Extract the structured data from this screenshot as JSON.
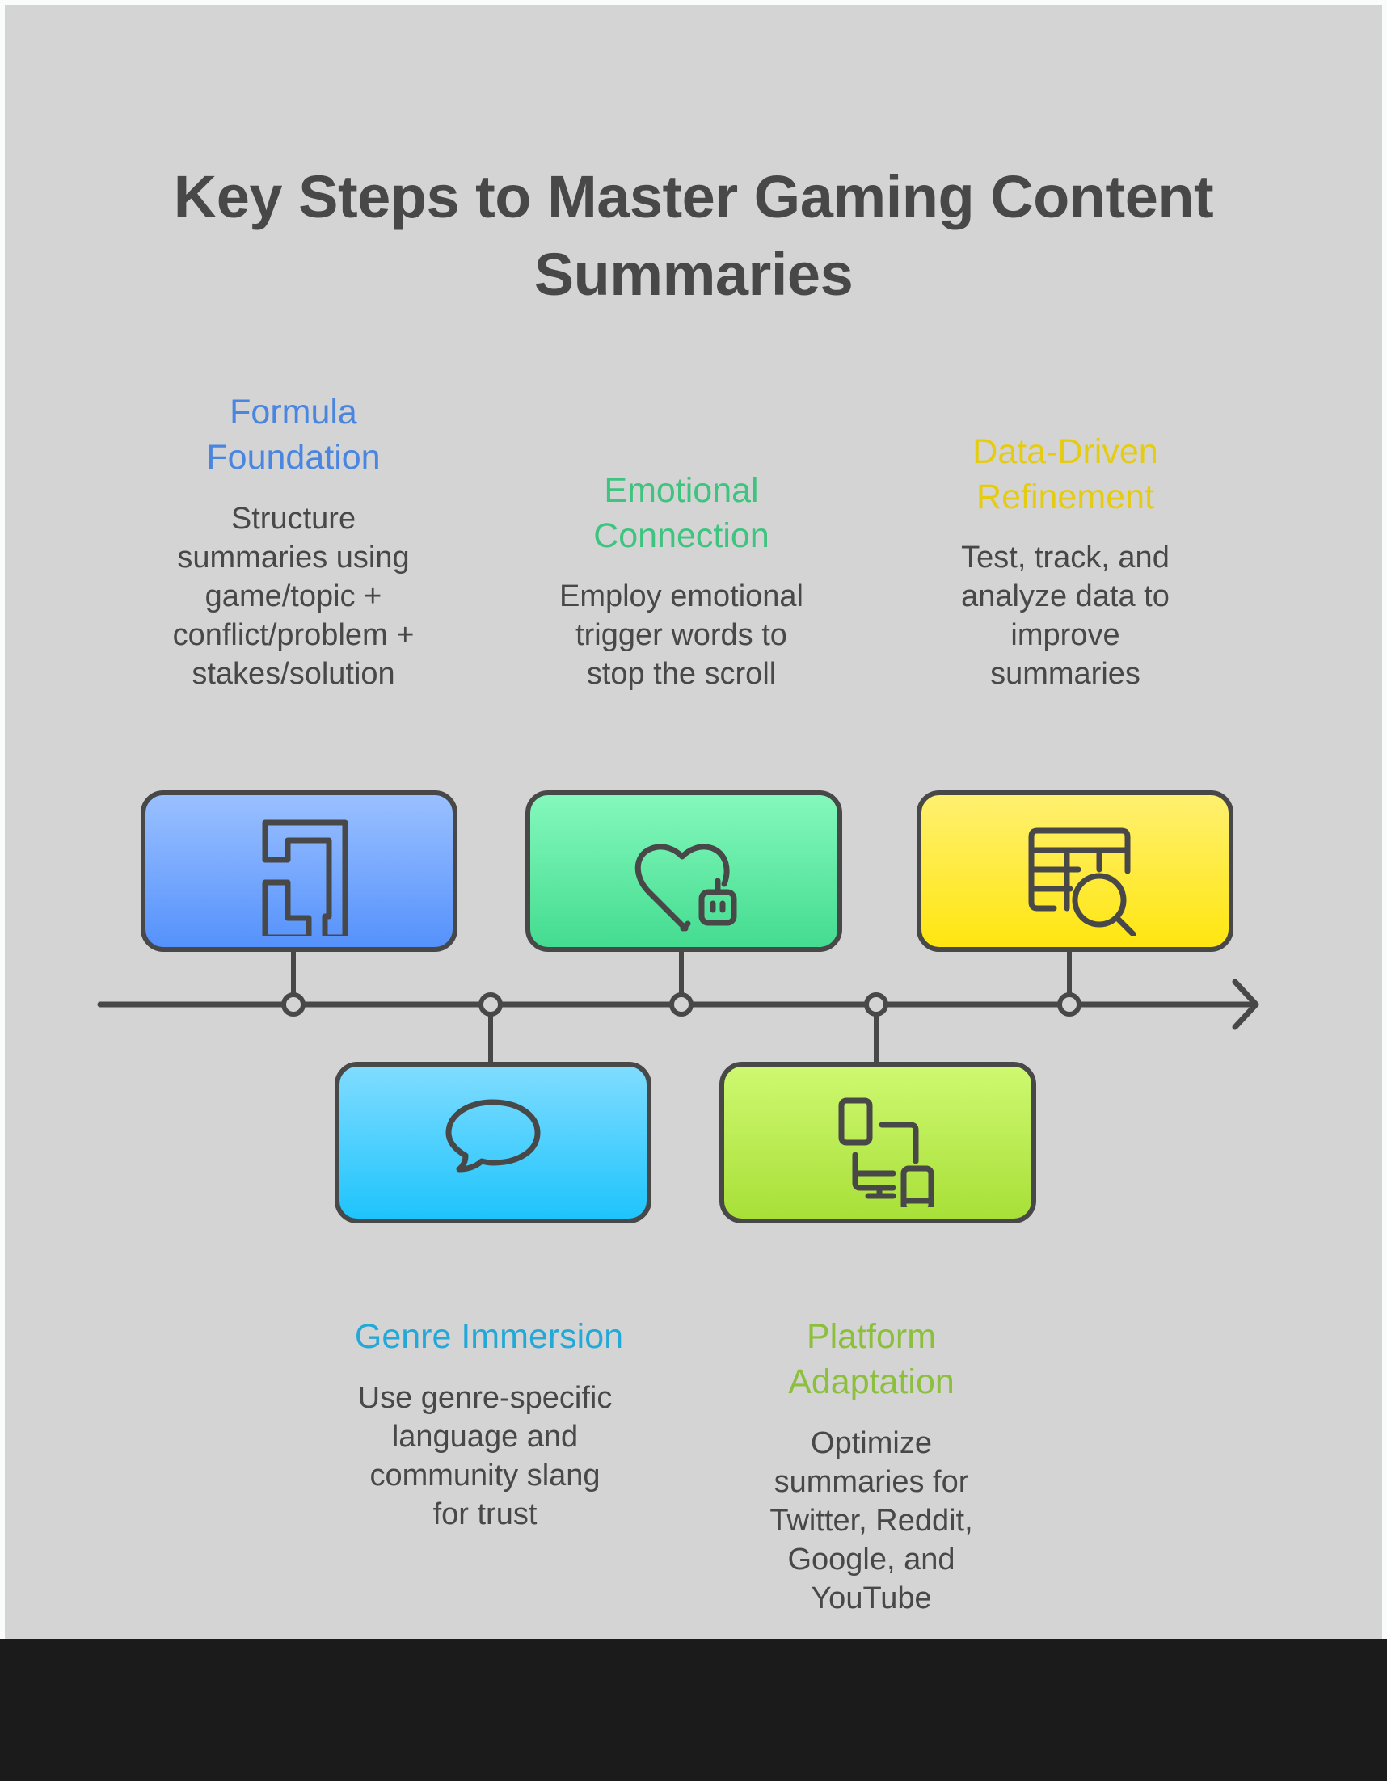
{
  "title": {
    "line1": "Key Steps to Master Gaming Content",
    "line2": "Summaries"
  },
  "colors": {
    "background": "#d4d4d4",
    "ink": "#484848",
    "footer_band": "#1b1b1b"
  },
  "steps": [
    {
      "id": "formula-foundation",
      "title_lines": [
        "Formula",
        "Foundation"
      ],
      "description_lines": [
        "Structure",
        "summaries using",
        "game/topic +",
        "conflict/problem +",
        "stakes/solution"
      ],
      "icon": "maze-icon",
      "title_color": "#4a86e0",
      "box_gradient": [
        "#9ac0ff",
        "#5592fc"
      ],
      "position": "above"
    },
    {
      "id": "genre-immersion",
      "title_lines": [
        "Genre Immersion"
      ],
      "description_lines": [
        "Use genre-specific",
        "language and",
        "community slang",
        "for trust"
      ],
      "icon": "speech-bubble-icon",
      "title_color": "#24a8d8",
      "box_gradient": [
        "#80dcff",
        "#1ec4fc"
      ],
      "position": "below"
    },
    {
      "id": "emotional-connection",
      "title_lines": [
        "Emotional",
        "Connection"
      ],
      "description_lines": [
        "Employ emotional",
        "trigger words to",
        "stop the scroll"
      ],
      "icon": "heart-robot-icon",
      "title_color": "#3ec47e",
      "box_gradient": [
        "#84f8bc",
        "#44dc90"
      ],
      "position": "above"
    },
    {
      "id": "platform-adaptation",
      "title_lines": [
        "Platform",
        "Adaptation"
      ],
      "description_lines": [
        "Optimize",
        "summaries for",
        "Twitter, Reddit,",
        "Google, and",
        "YouTube"
      ],
      "icon": "devices-icon",
      "title_color": "#8cc03c",
      "box_gradient": [
        "#cef870",
        "#a8e038"
      ],
      "position": "below"
    },
    {
      "id": "data-driven-refinement",
      "title_lines": [
        "Data-Driven",
        "Refinement"
      ],
      "description_lines": [
        "Test, track, and",
        "analyze data to",
        "improve",
        "summaries"
      ],
      "icon": "table-search-icon",
      "title_color": "#e6cc10",
      "box_gradient": [
        "#fff070",
        "#ffe610"
      ],
      "position": "above"
    }
  ]
}
